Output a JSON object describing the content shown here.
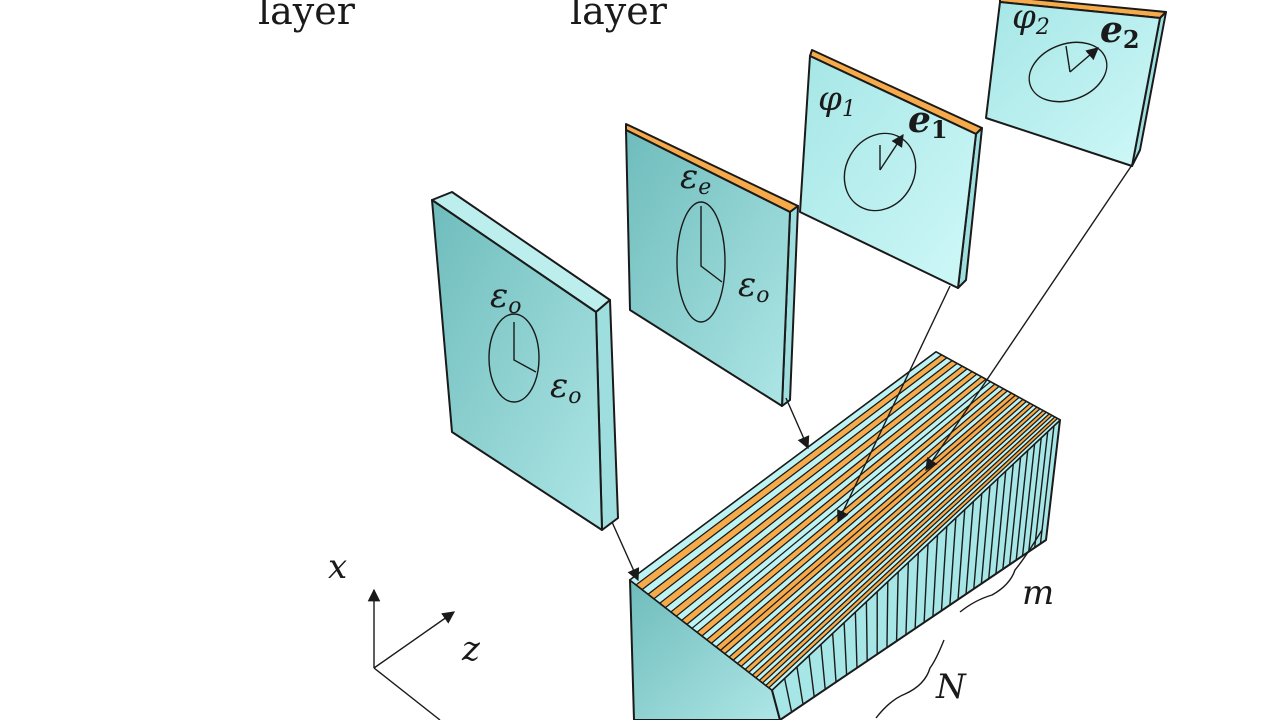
{
  "top_labels": [
    "layer",
    "layer"
  ],
  "panels": {
    "isotropic": {
      "eps_top_base": "ε",
      "eps_top_sub": "o",
      "eps_side_base": "ε",
      "eps_side_sub": "o"
    },
    "anisotropic": {
      "eps_top_base": "ε",
      "eps_top_sub": "e",
      "eps_side_base": "ε",
      "eps_side_sub": "o"
    },
    "rotated_1": {
      "angle_base": "φ",
      "angle_sub": "1",
      "vec_base": "e",
      "vec_sub": "1"
    },
    "rotated_2": {
      "angle_base": "φ",
      "angle_sub": "2",
      "vec_base": "e",
      "vec_sub": "2"
    }
  },
  "stack_labels": {
    "n": "N",
    "m": "m"
  },
  "axes": {
    "x": "x",
    "z": "z"
  },
  "colors": {
    "teal": "#7fcfcf",
    "teal_light": "#bdf3f3",
    "orange": "#f6aa4a",
    "stroke": "#1a1a1a"
  }
}
